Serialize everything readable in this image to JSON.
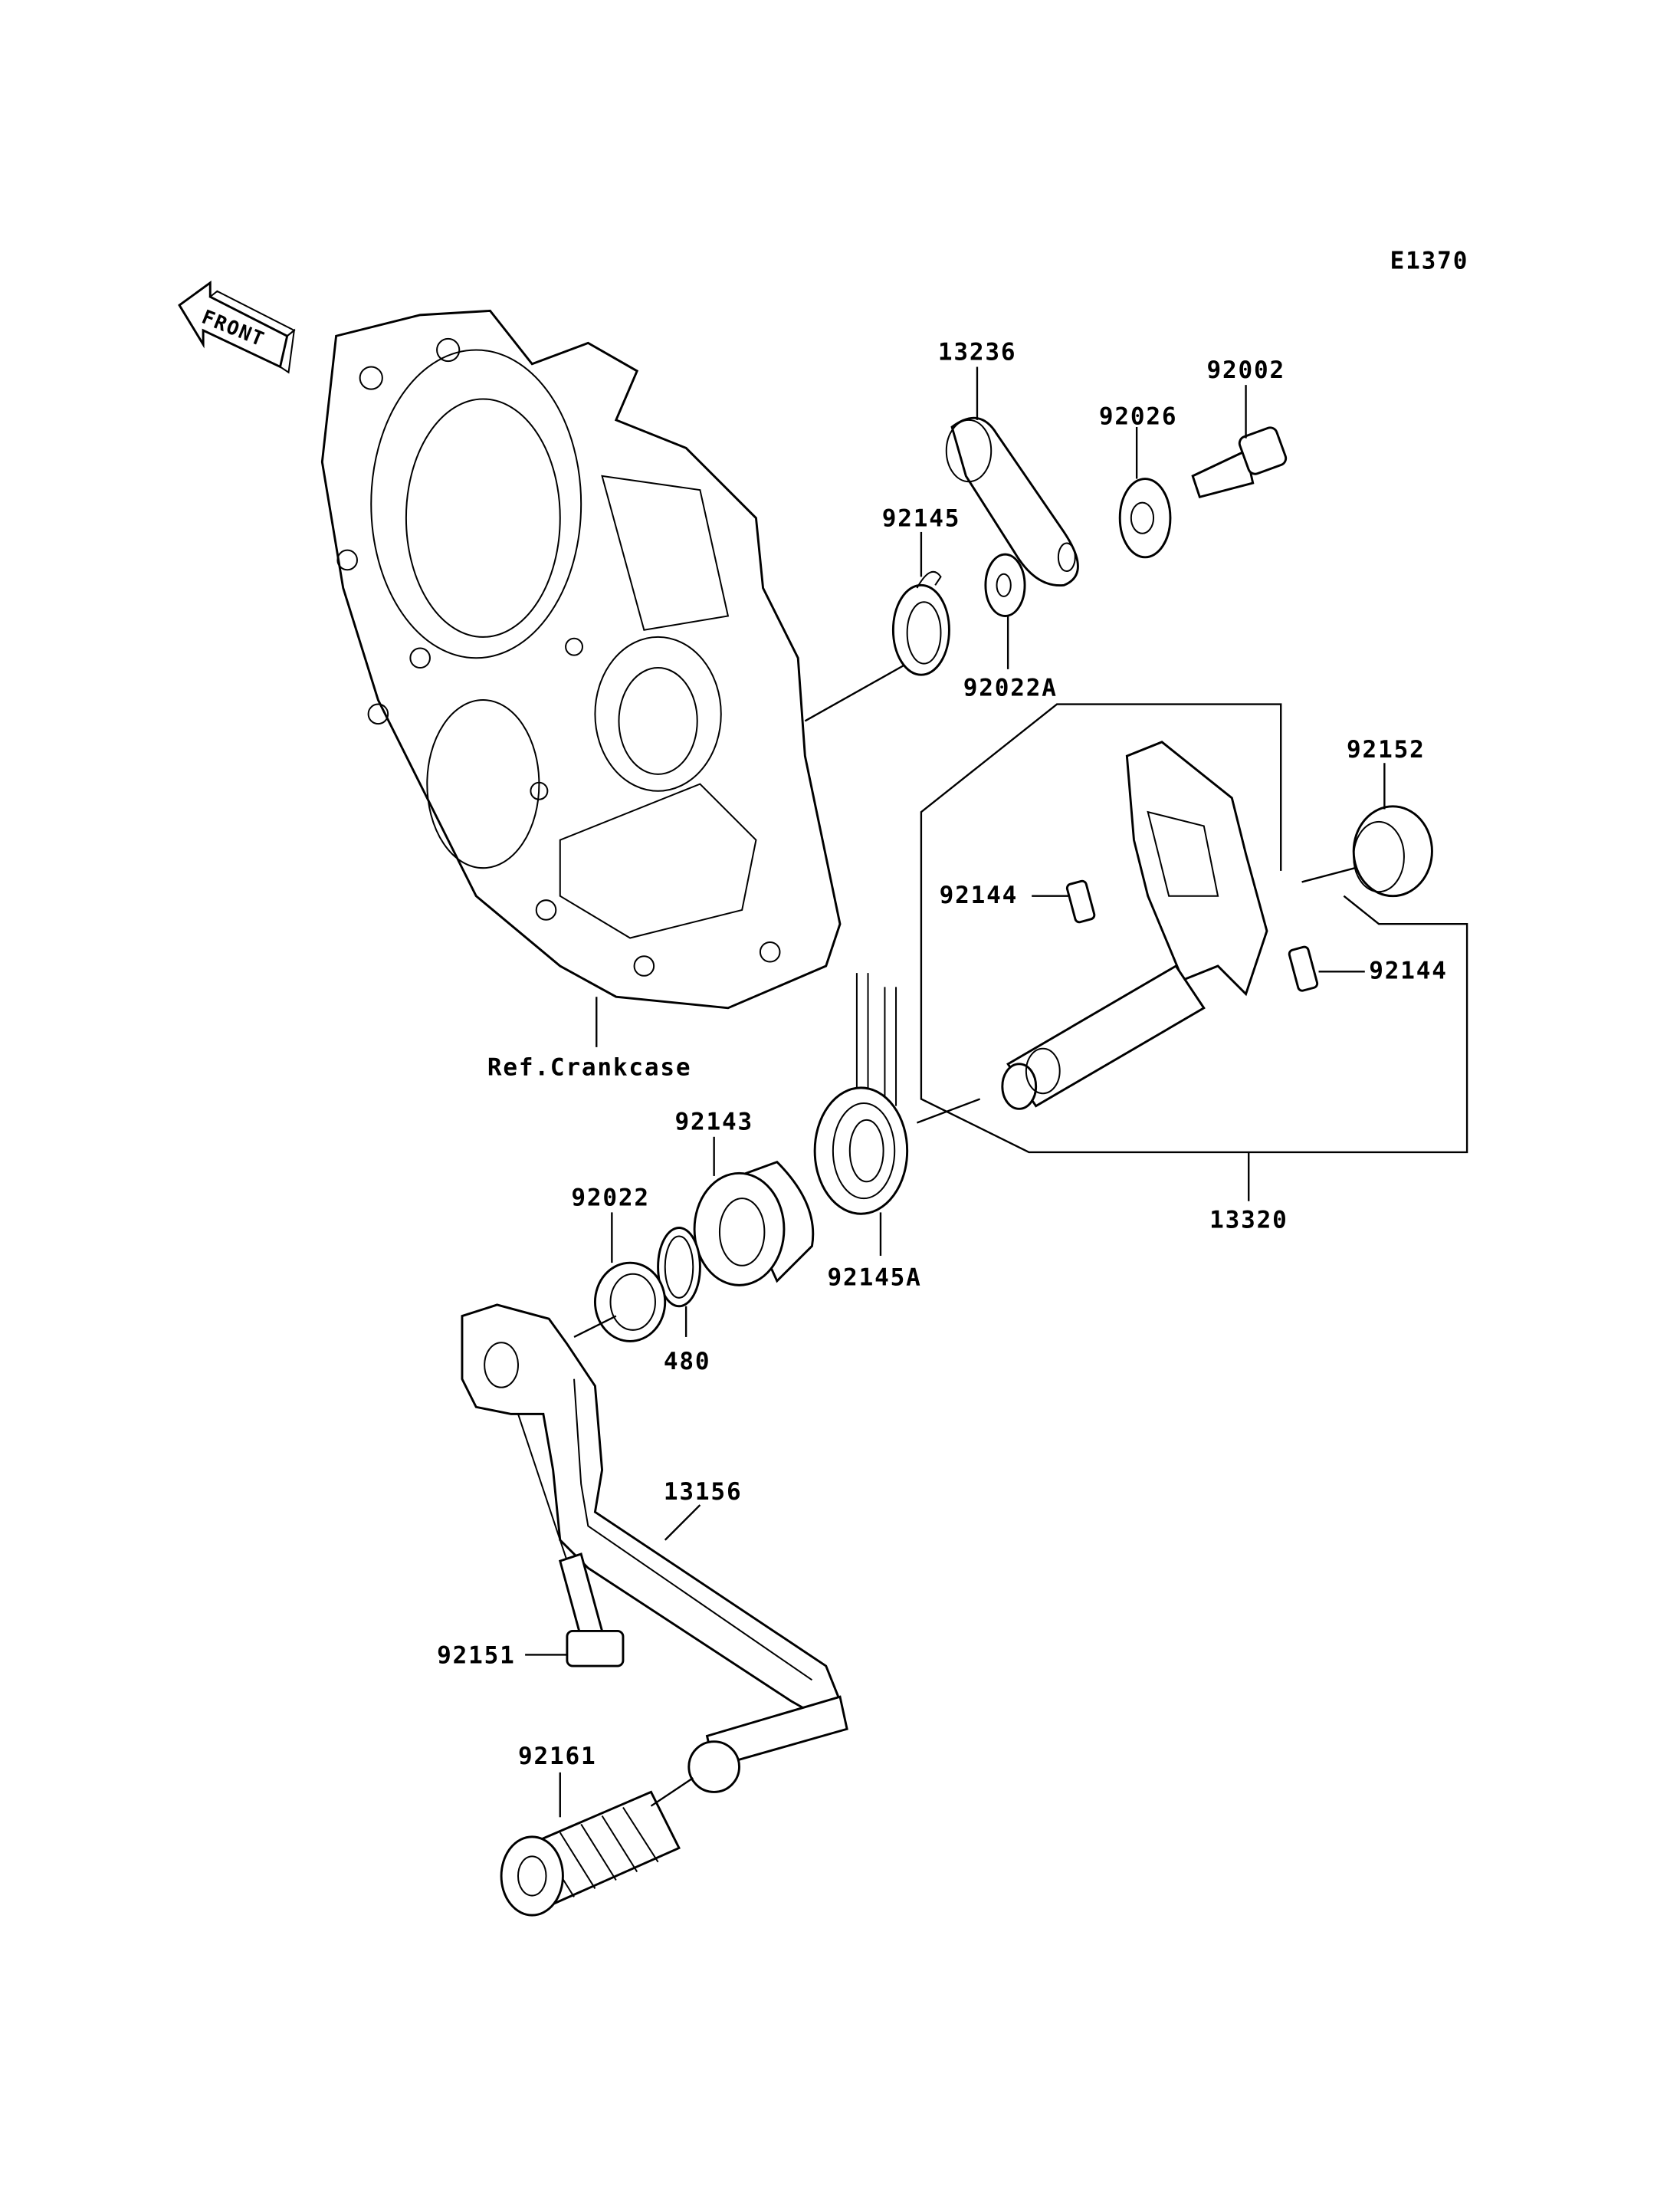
{
  "diagram": {
    "code": "E1370",
    "front_label": "FRONT",
    "ref_label": "Ref.Crankcase",
    "parts": {
      "p13236": "13236",
      "p92002": "92002",
      "p92026": "92026",
      "p92145": "92145",
      "p92022A": "92022A",
      "p92152": "92152",
      "p92144a": "92144",
      "p92144b": "92144",
      "p92143": "92143",
      "p92022": "92022",
      "p13320": "13320",
      "p92145A": "92145A",
      "p480": "480",
      "p13156": "13156",
      "p92151": "92151",
      "p92161": "92161"
    }
  }
}
